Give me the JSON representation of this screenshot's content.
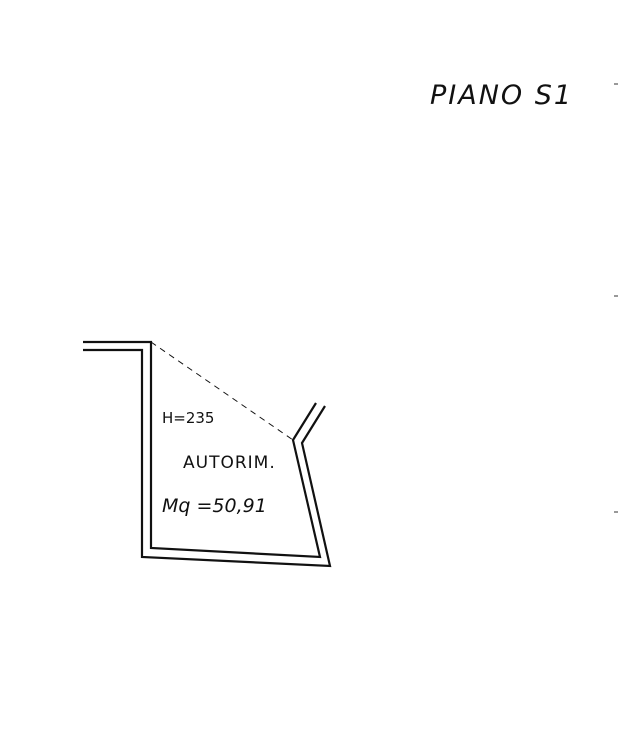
{
  "plan": {
    "title": "PIANO S1",
    "room": {
      "height_label": "H=235",
      "name": "AUTORIM.",
      "area_label": "Mq =50,91"
    }
  },
  "colors": {
    "line": "#111111",
    "background": "#ffffff"
  }
}
